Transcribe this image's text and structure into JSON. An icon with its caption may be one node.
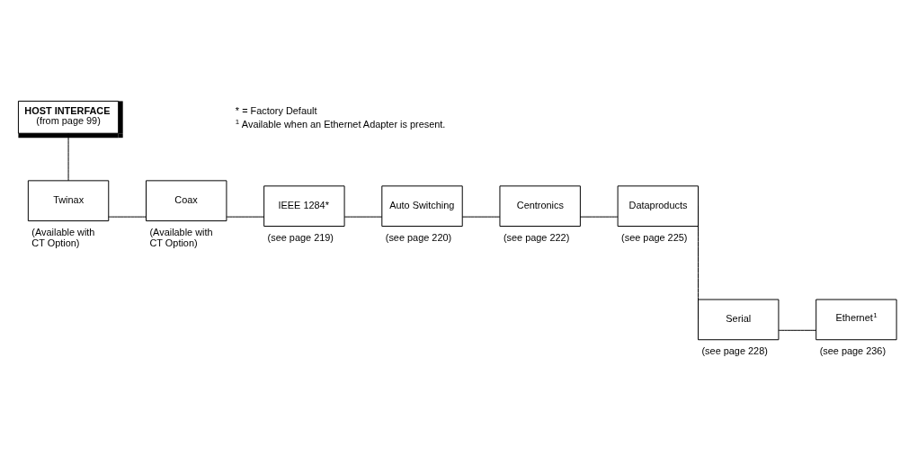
{
  "diagram": {
    "nodes": [
      {
        "text": [
          "HOST INTERFACE",
          "(from page 99)"
        ]
      },
      {
        "text": [
          "Twinax"
        ],
        "beside": [
          "(Available with CT Option)"
        ]
      },
      {
        "text": [
          "Coax"
        ],
        "beside": [
          "(Available with CT Option)"
        ]
      },
      {
        "text": [
          "IEEE 1284*"
        ],
        "beside": [
          "(see page 219)"
        ]
      },
      {
        "text": [
          "Auto Switching"
        ],
        "beside": [
          "(see page 220)"
        ]
      },
      {
        "text": [
          "Centronics"
        ],
        "beside": [
          "(see page 222)"
        ]
      },
      {
        "text": [
          "Dataproducts"
        ],
        "beside": [
          "(see page 225)"
        ]
      },
      {
        "text": [
          "Serial"
        ],
        "beside": [
          "(see page 228)"
        ]
      },
      {
        "text": [
          "Ethernet$^{1}$"
        ],
        "beside": [
          "(see page 236)"
        ]
      }
    ],
    "edges": [
      {
        "from": 0,
        "to": 1,
        "arrow": "none"
      },
      {
        "from": 1,
        "to": 2,
        "arrow": "none"
      },
      {
        "from": 2,
        "to": 3,
        "arrow": "none"
      },
      {
        "from": 3,
        "to": 4,
        "arrow": "none"
      },
      {
        "from": 4,
        "to": 5,
        "arrow": "none"
      },
      {
        "from": 5,
        "to": 6,
        "arrow": "none"
      },
      {
        "from": 6,
        "to": 7,
        "arrow": "none"
      },
      {
        "from": 7,
        "to": 8,
        "arrow": "none"
      }
    ],
    "labels": [
      "* = Factory Default",
      "$^{1}$ Available when an Ethernet Adapter is present."
    ]
  }
}
